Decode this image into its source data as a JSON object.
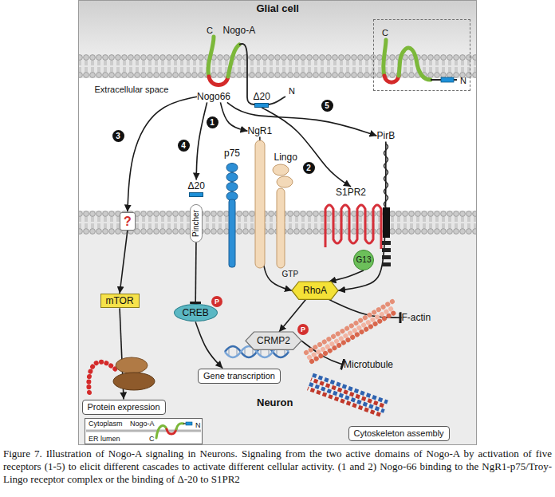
{
  "diagram": {
    "caption": "Figure 7. Illustration of Nogo-A signaling in Neurons. Signaling from the two active domains of Nogo-A by activation of five receptors (1-5) to elicit different cascades to activate different cellular activity. (1 and 2) Nogo-66 binding to the NgR1-p75/Troy-Lingo receptor complex or the binding of Δ-20 to S1PR2",
    "nodes": [
      {
        "text": [
          "C",
          "N"
        ]
      },
      {
        "text": [
          "Nogo66"
        ]
      },
      {
        "text": [
          "Δ20"
        ]
      },
      {
        "text": [
          "NgR1"
        ]
      },
      {
        "text": [
          "PirB"
        ]
      },
      {
        "text": [
          "p75"
        ]
      },
      {
        "text": [
          "Lingo"
        ]
      },
      {
        "text": [
          "Δ20"
        ]
      },
      {
        "text": [
          "S1PR2"
        ]
      },
      {
        "text": [
          "?"
        ]
      },
      {
        "text": [
          "Pincher"
        ]
      },
      {
        "text": [
          "G13"
        ]
      },
      {
        "text": [
          "RhoA"
        ]
      },
      {
        "text": [
          "mTOR"
        ]
      },
      {
        "text": [
          "P"
        ]
      },
      {
        "text": [
          "CREB"
        ]
      },
      {
        "text": [
          "F-actin"
        ]
      },
      {
        "text": [
          "P"
        ]
      },
      {
        "text": [
          "CRMP2"
        ]
      },
      {
        "text": [
          "Microtubule"
        ]
      },
      {
        "text": [
          "Gene transcription"
        ]
      },
      {
        "text": [
          "Protein expression"
        ]
      },
      {
        "text": [
          "Cytoplasm",
          "Nogo-A",
          "N",
          "C",
          "ER lumen"
        ]
      },
      {
        "text": [
          "Cytoskeleton assembly"
        ]
      }
    ],
    "edges": [
      {
        "from": 1,
        "to": 3,
        "arrow": "to"
      },
      {
        "from": 2,
        "to": 8,
        "arrow": "to"
      },
      {
        "from": 1,
        "to": 9,
        "arrow": "to"
      },
      {
        "from": 1,
        "to": 7,
        "arrow": "to"
      },
      {
        "from": 1,
        "to": 4,
        "arrow": "to"
      },
      {
        "from": 9,
        "to": 13,
        "arrow": "to"
      },
      {
        "from": 13,
        "to": 21,
        "arrow": "to"
      },
      {
        "from": 10,
        "to": 15,
        "arrow": "to"
      },
      {
        "from": 15,
        "to": 20,
        "arrow": "to"
      },
      {
        "from": 3,
        "to": 12,
        "arrow": "to"
      },
      {
        "from": 11,
        "to": 12,
        "arrow": "to"
      },
      {
        "from": 4,
        "to": 12,
        "arrow": "to"
      },
      {
        "from": 12,
        "to": 18,
        "arrow": "to"
      },
      {
        "from": 12,
        "to": 16,
        "arrow": "to"
      },
      {
        "from": 18,
        "to": 19,
        "arrow": "to"
      }
    ],
    "labels": [
      "Glial cell",
      "Nogo-A",
      "C",
      "N",
      "Extracellular space",
      "1",
      "2",
      "3",
      "4",
      "5",
      "GTP",
      "Neuron"
    ]
  }
}
